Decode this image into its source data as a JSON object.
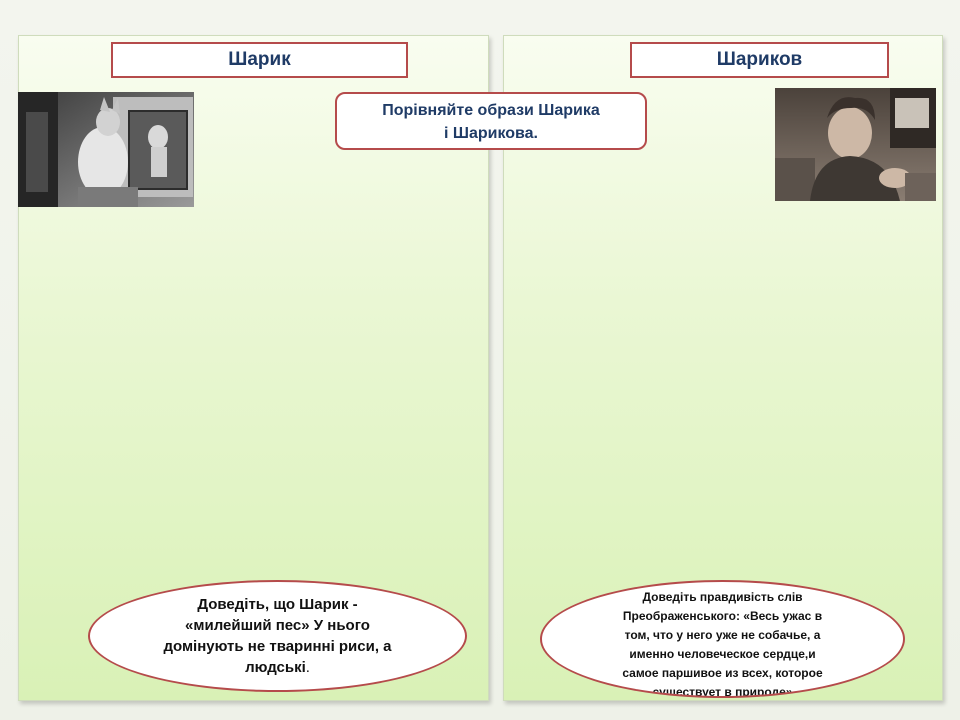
{
  "left_panel": {
    "title": "Шарик",
    "photo_icon": "dog-photo",
    "oval_lines": [
      "Доведіть, що Шарик -",
      "«милейший пес» У нього",
      "домінують не тваринні риси, а",
      "людські"
    ],
    "oval_suffix": "."
  },
  "right_panel": {
    "title": "Шариков",
    "photo_icon": "man-photo",
    "oval_lines": [
      "Доведіть правдивість слів",
      "Преображенського: «Весь ужас в",
      "том, что у него уже не собачье, а",
      "именно человеческое сердце,и",
      "самое паршивое из всех, которое",
      "существует в природе»"
    ]
  },
  "task": {
    "line1": "Порівняйте  образи  Шарика",
    "line2": "і Шарикова."
  },
  "colors": {
    "accent_border": "#b54b4b",
    "title_text": "#1f3b66",
    "panel_green": "#d9f1b6"
  }
}
